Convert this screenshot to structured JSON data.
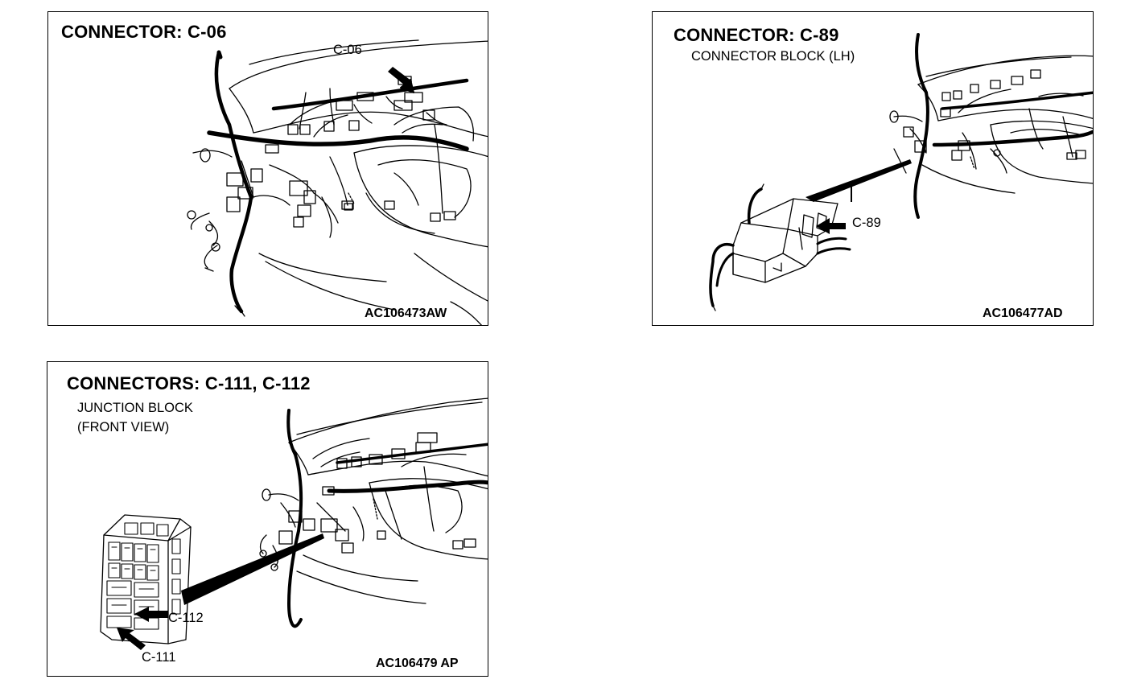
{
  "panels": [
    {
      "title": "CONNECTOR: C-06",
      "subtitle": [],
      "callouts": [
        "C-06"
      ],
      "figure_code": "AC106473AW"
    },
    {
      "title": "CONNECTOR: C-89",
      "subtitle": [
        "CONNECTOR BLOCK (LH)"
      ],
      "callouts": [
        "C-89"
      ],
      "figure_code": "AC106477AD"
    },
    {
      "title": "CONNECTORS: C-111, C-112",
      "subtitle": [
        "JUNCTION BLOCK",
        "(FRONT VIEW)"
      ],
      "callouts": [
        "C-112",
        "C-111"
      ],
      "figure_code": "AC106479 AP"
    }
  ]
}
